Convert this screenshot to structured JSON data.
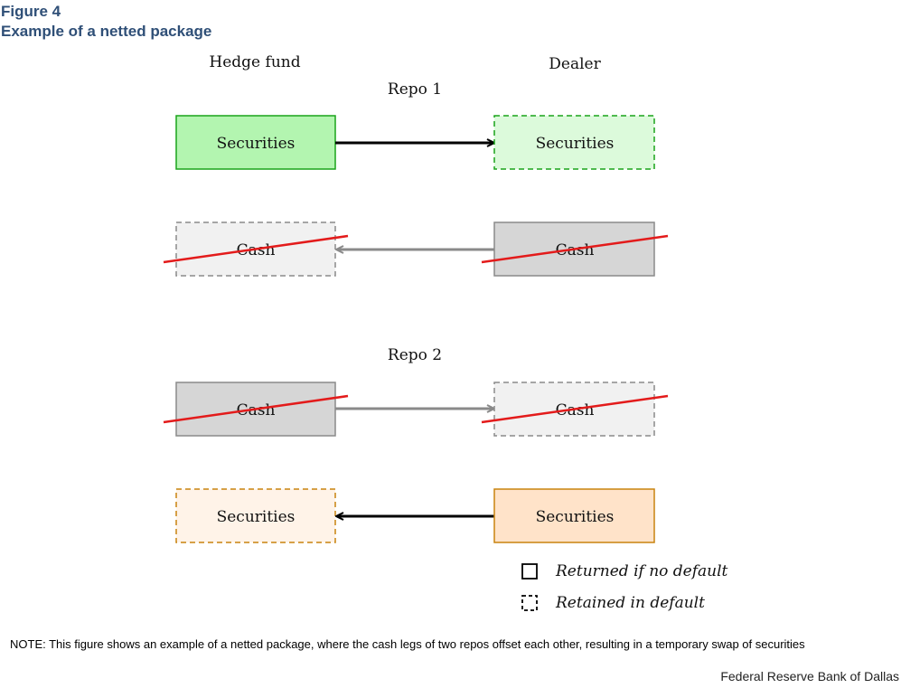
{
  "figure": {
    "label": "Figure 4",
    "title": "Example of a netted package"
  },
  "diagram": {
    "party_left": "Hedge fund",
    "party_right": "Dealer",
    "repo1": {
      "label": "Repo 1",
      "hf_securities": "Securities",
      "dealer_securities": "Securities",
      "hf_cash": "Cash",
      "dealer_cash": "Cash"
    },
    "repo2": {
      "label": "Repo 2",
      "hf_cash": "Cash",
      "dealer_cash": "Cash",
      "hf_securities": "Securities",
      "dealer_securities": "Securities"
    },
    "legend": {
      "solid": "Returned if no default",
      "dashed": "Retained in default"
    },
    "colors": {
      "green_fill": "#b3f5b0",
      "green_fill_light": "#dcfadb",
      "green_stroke": "#1aa31a",
      "grey_fill": "#d6d6d6",
      "grey_fill_light": "#f1f1f1",
      "grey_stroke": "#8a8a8a",
      "orange_fill": "#ffe3c9",
      "orange_fill_light": "#fff3e8",
      "orange_stroke": "#c8830f",
      "strike": "#e31b1b"
    }
  },
  "note": "NOTE: This figure shows an example of a netted package, where the cash legs of two repos offset each other, resulting in a temporary swap of securities",
  "source": "Federal Reserve Bank of Dallas"
}
